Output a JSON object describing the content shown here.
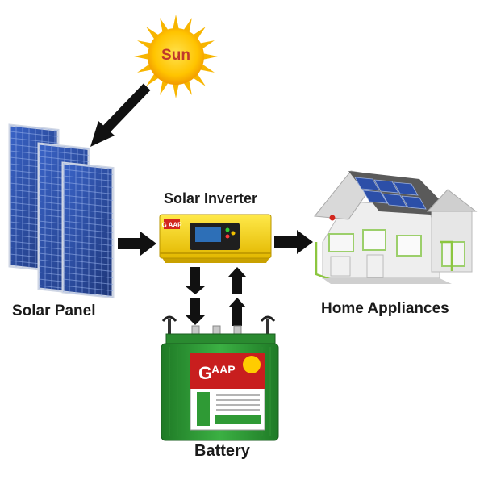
{
  "sun": {
    "label": "Sun"
  },
  "components": {
    "solar_panel": "Solar Panel",
    "inverter": "Solar Inverter",
    "home": "Home Appliances",
    "battery": "Battery"
  },
  "battery_brand": {
    "initial": "G",
    "name": "AAP"
  },
  "inverter_brand": "G AAP",
  "colors": {
    "sun": "#f7b500",
    "panel": "#2c4fa8",
    "inverter": "#f2d21b",
    "battery": "#2f9a35",
    "arrow": "#111111"
  },
  "flows": [
    {
      "from": "sun",
      "to": "solar_panel"
    },
    {
      "from": "solar_panel",
      "to": "inverter"
    },
    {
      "from": "inverter",
      "to": "home"
    },
    {
      "from": "inverter",
      "to": "battery"
    },
    {
      "from": "battery",
      "to": "inverter"
    }
  ]
}
